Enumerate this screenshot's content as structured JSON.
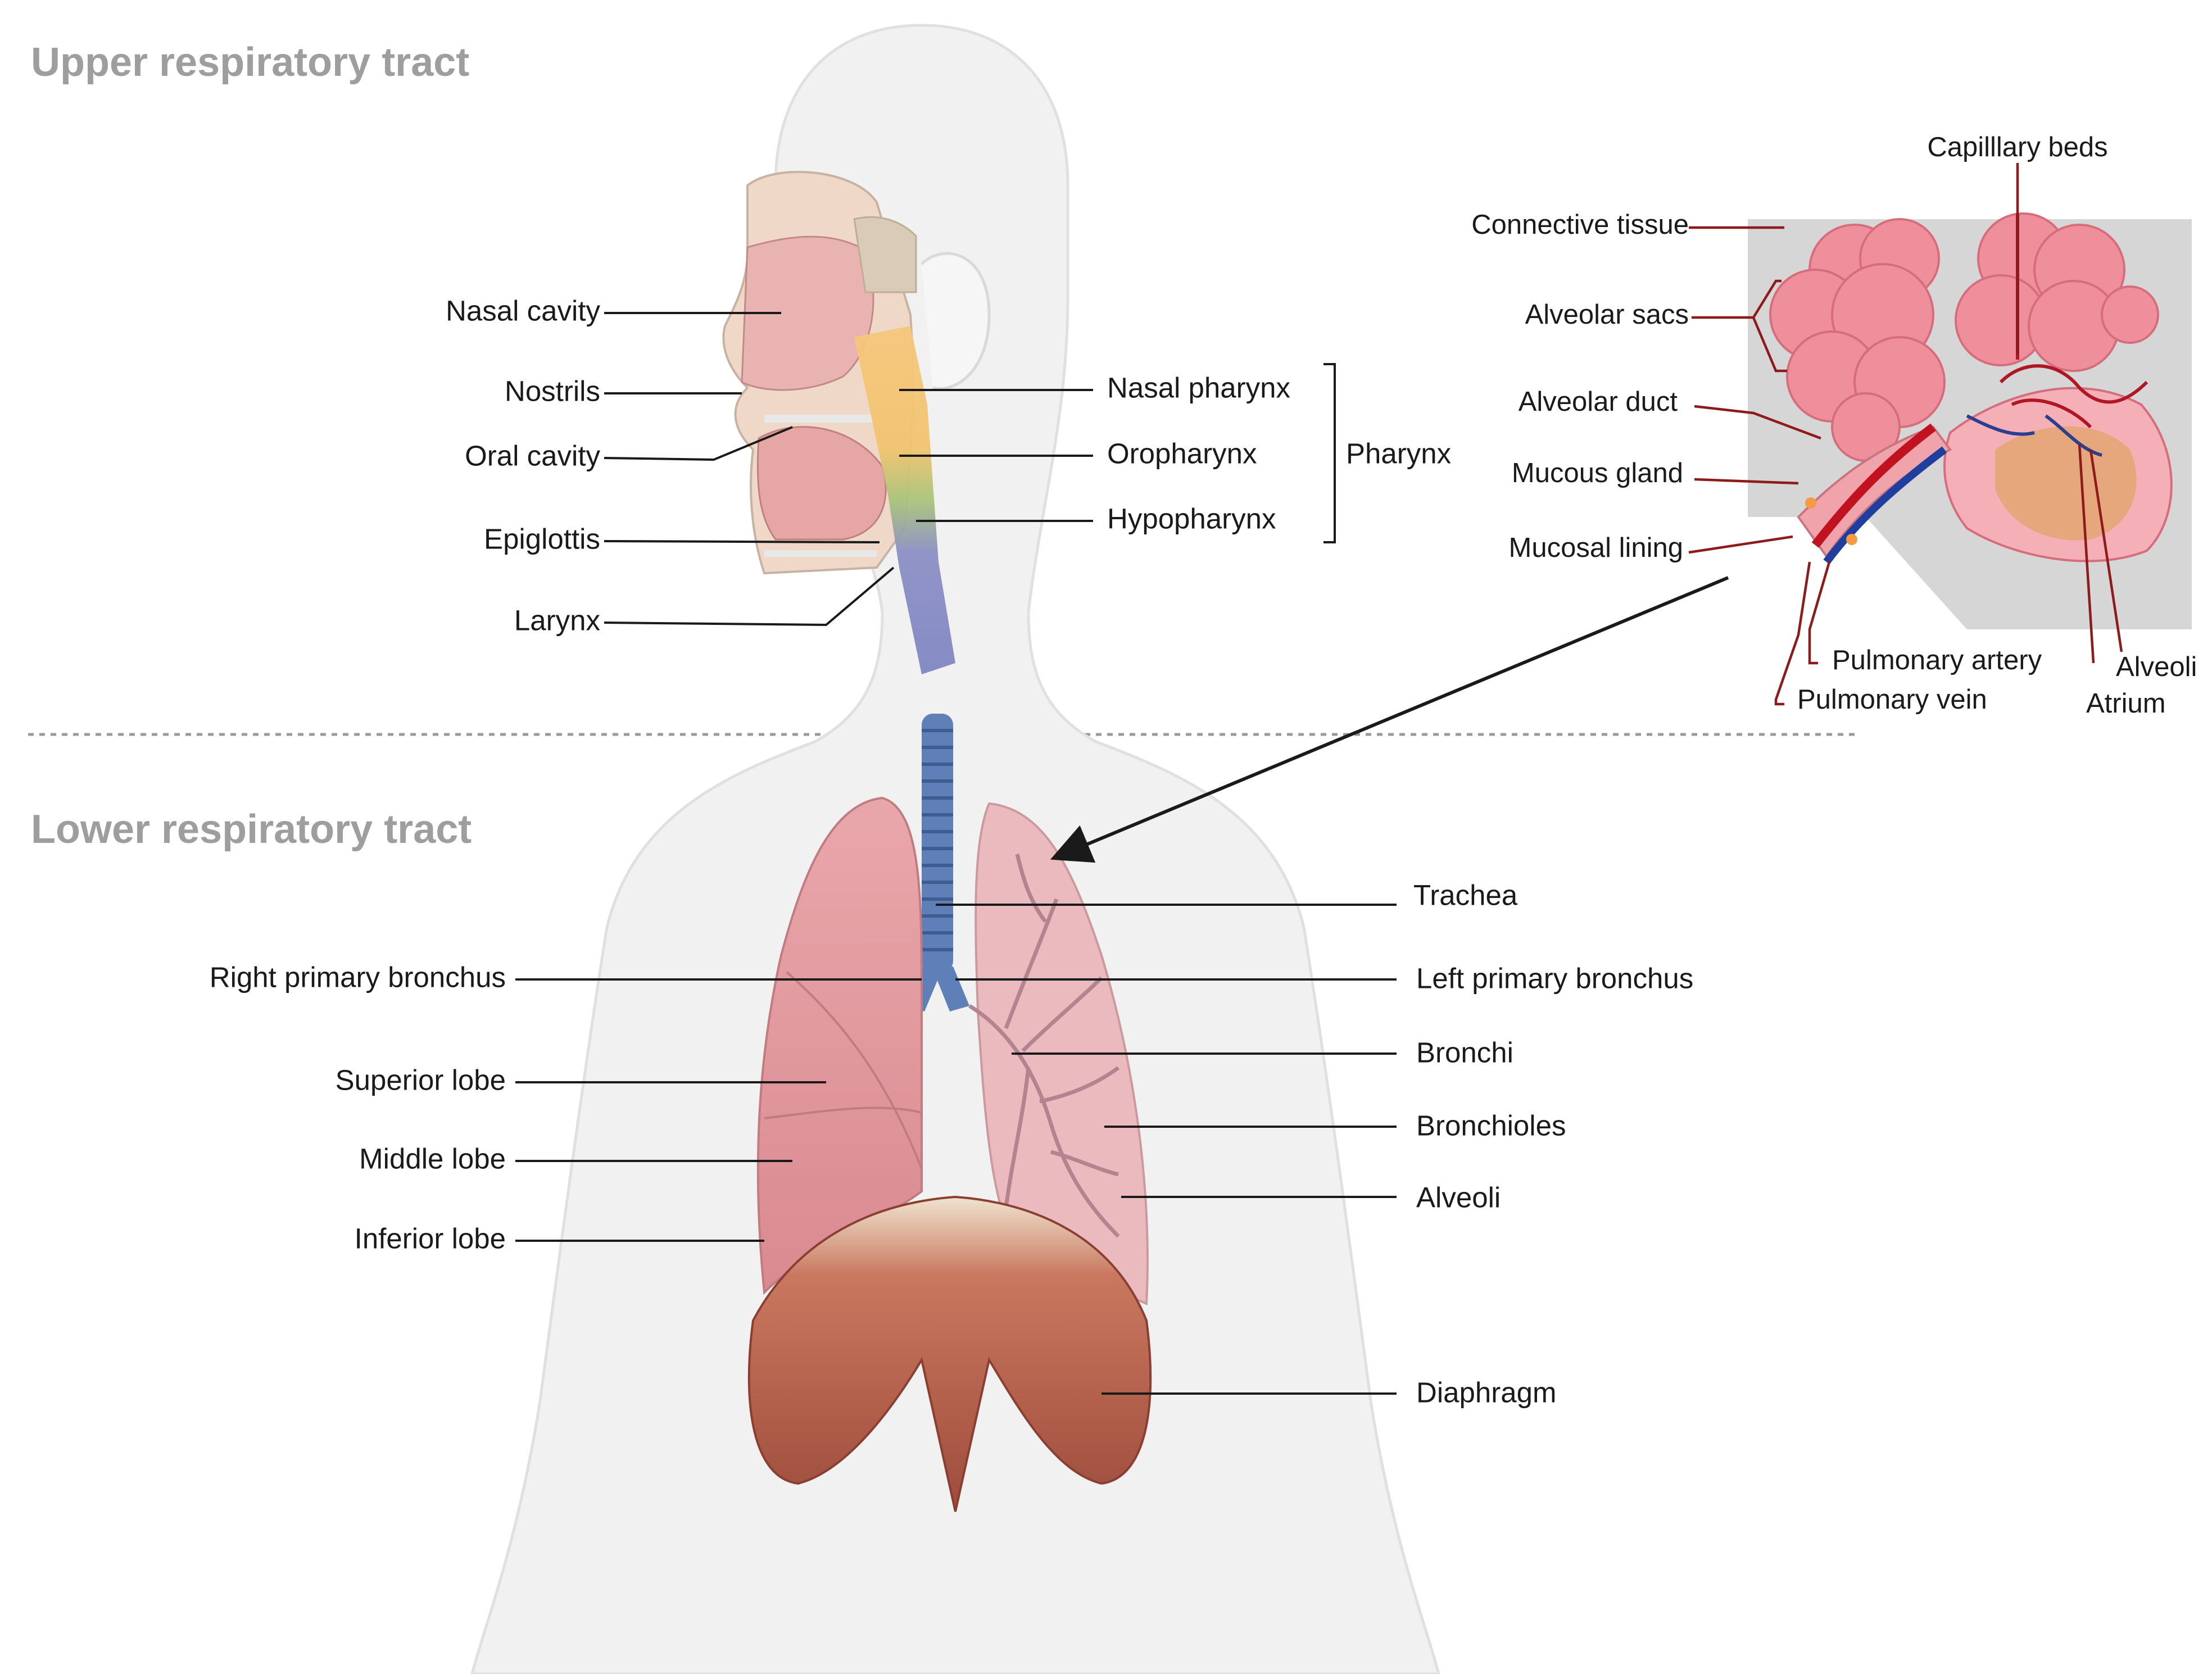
{
  "sections": {
    "upper": "Upper respiratory tract",
    "lower": "Lower respiratory tract"
  },
  "labels": {
    "nasal_cavity": "Nasal cavity",
    "nostrils": "Nostrils",
    "oral_cavity": "Oral cavity",
    "epiglottis": "Epiglottis",
    "larynx": "Larynx",
    "nasal_pharynx": "Nasal pharynx",
    "oropharynx": "Oropharynx",
    "hypopharynx": "Hypopharynx",
    "pharynx": "Pharynx",
    "trachea": "Trachea",
    "right_primary_bronchus": "Right primary bronchus",
    "left_primary_bronchus": "Left primary bronchus",
    "bronchi": "Bronchi",
    "bronchioles": "Bronchioles",
    "alveoli": "Alveoli",
    "superior_lobe": "Superior lobe",
    "middle_lobe": "Middle lobe",
    "inferior_lobe": "Inferior lobe",
    "diaphragm": "Diaphragm"
  },
  "inset": {
    "capillary_beds": "Capilllary beds",
    "connective_tissue": "Connective tissue",
    "alveolar_sacs": "Alveolar sacs",
    "alveolar_duct": "Alveolar duct",
    "mucous_gland": "Mucous gland",
    "mucosal_lining": "Mucosal lining",
    "pulmonary_artery": "Pulmonary artery",
    "pulmonary_vein": "Pulmonary vein",
    "alveoli": "Alveoli",
    "atrium": "Atrium"
  }
}
